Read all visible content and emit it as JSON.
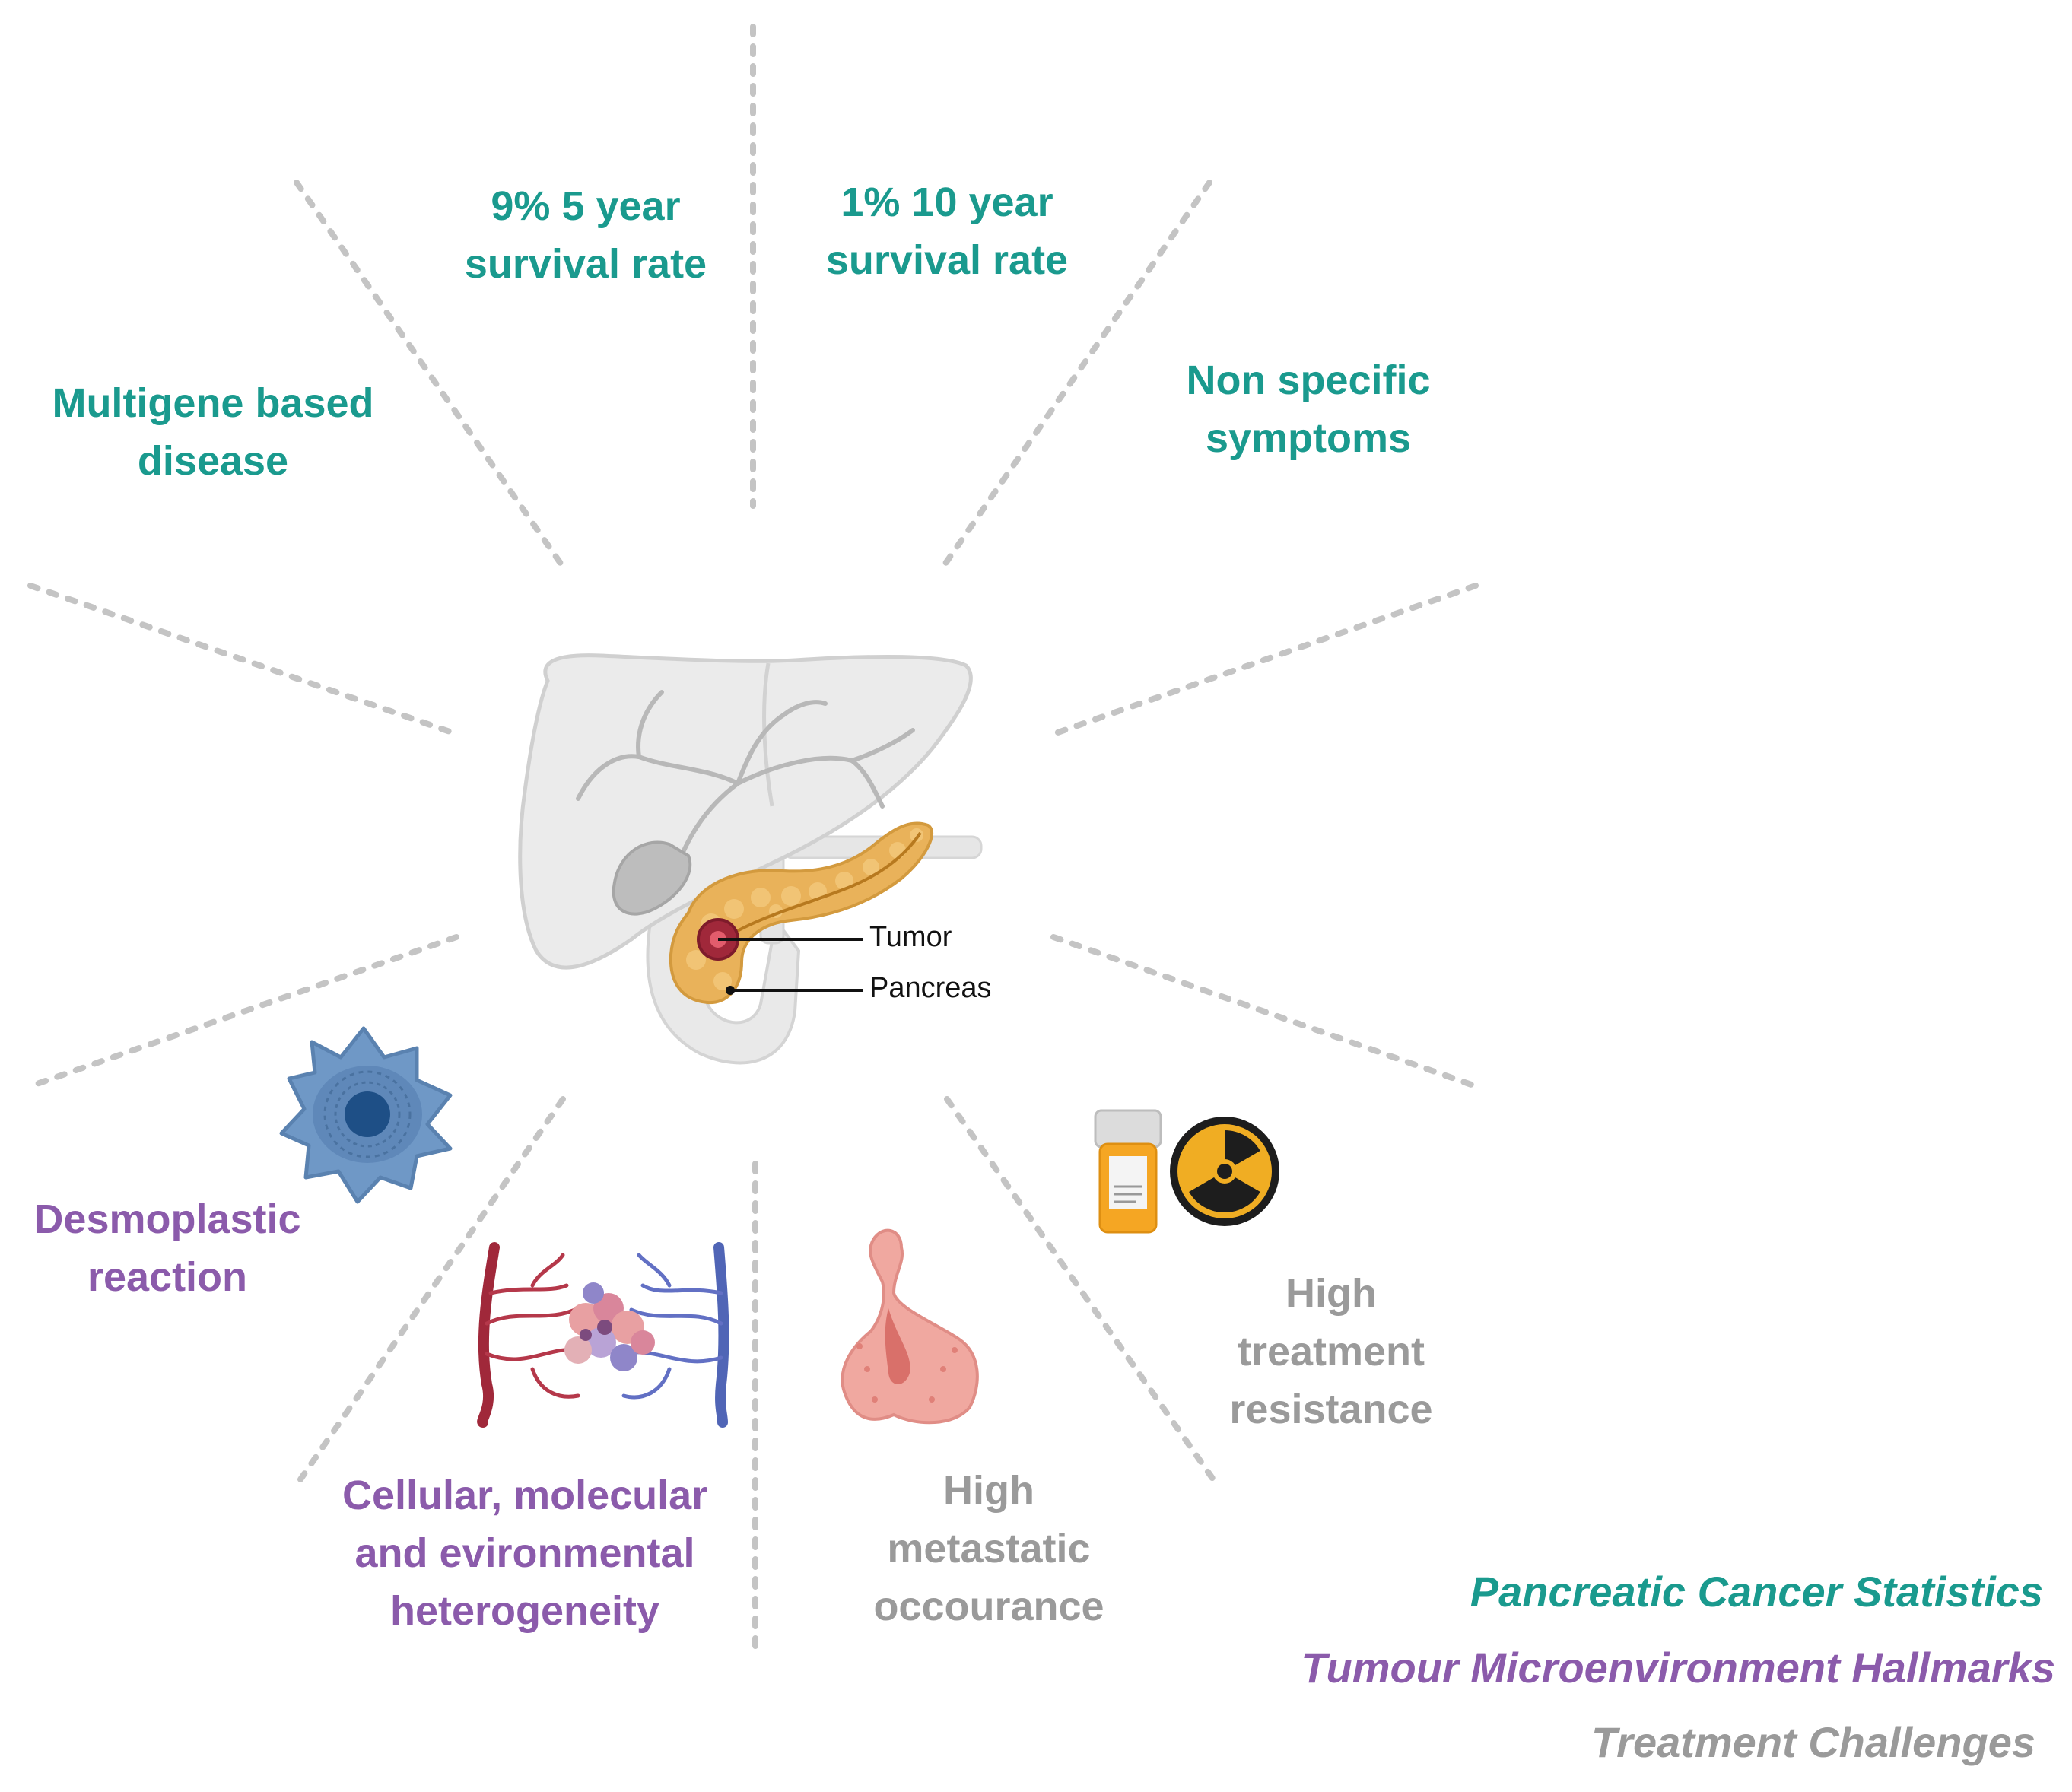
{
  "colors": {
    "statistics": "#1a9a8e",
    "hallmarks": "#8b5bab",
    "challenges": "#9a9a9a"
  },
  "center": {
    "tumor_label": "Tumor",
    "pancreas_label": "Pancreas"
  },
  "segments": {
    "five_year": {
      "line1": "9% 5 year",
      "line2": "survival rate"
    },
    "ten_year": {
      "line1": "1% 10 year",
      "line2": "survival rate"
    },
    "multigene": {
      "line1": "Multigene based",
      "line2": "disease"
    },
    "nonspecific": {
      "line1": "Non specific",
      "line2": "symptoms"
    },
    "desmoplastic": {
      "line1": "Desmoplastic",
      "line2": "reaction"
    },
    "heterogeneity": {
      "line1": "Cellular, molecular",
      "line2": "and evironmental",
      "line3": "heterogeneity"
    },
    "metastatic": {
      "line1": "High",
      "line2": "metastatic",
      "line3": "occourance"
    },
    "resistance": {
      "line1": "High",
      "line2": "treatment",
      "line3": "resistance"
    }
  },
  "legend": {
    "statistics": "Pancreatic Cancer Statistics",
    "hallmarks": "Tumour Microenvironment Hallmarks",
    "challenges": "Treatment Challenges"
  },
  "icons": [
    "liver-pancreas-icon",
    "fibroblast-cell-icon",
    "tumor-vasculature-icon",
    "metastatic-cell-icon",
    "pill-bottle-icon",
    "radiation-icon"
  ]
}
